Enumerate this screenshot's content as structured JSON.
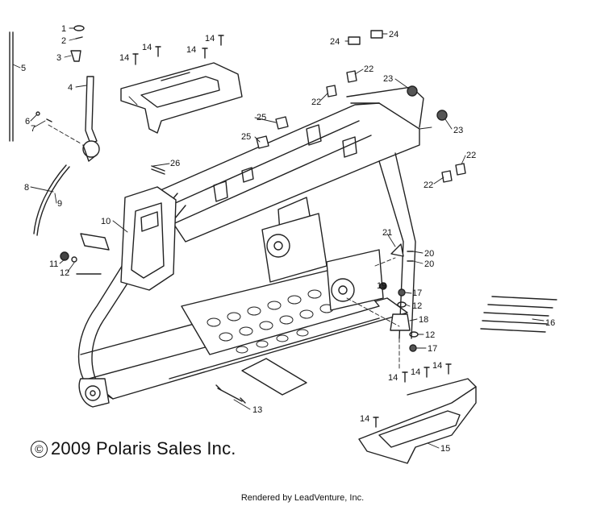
{
  "diagram": {
    "copyright": "2009 Polaris Sales Inc.",
    "copyright_symbol": "©",
    "rendered_by": "Rendered by LeadVenture, Inc.",
    "callouts": [
      "1",
      "2",
      "3",
      "4",
      "5",
      "6",
      "7",
      "8",
      "9",
      "10",
      "11",
      "12",
      "12",
      "12",
      "13",
      "14",
      "14",
      "14",
      "14",
      "14",
      "14",
      "14",
      "14",
      "14",
      "15",
      "16",
      "17",
      "17",
      "18",
      "19",
      "20",
      "20",
      "21",
      "22",
      "22",
      "22",
      "22",
      "23",
      "23",
      "24",
      "24",
      "25",
      "25",
      "26"
    ]
  }
}
